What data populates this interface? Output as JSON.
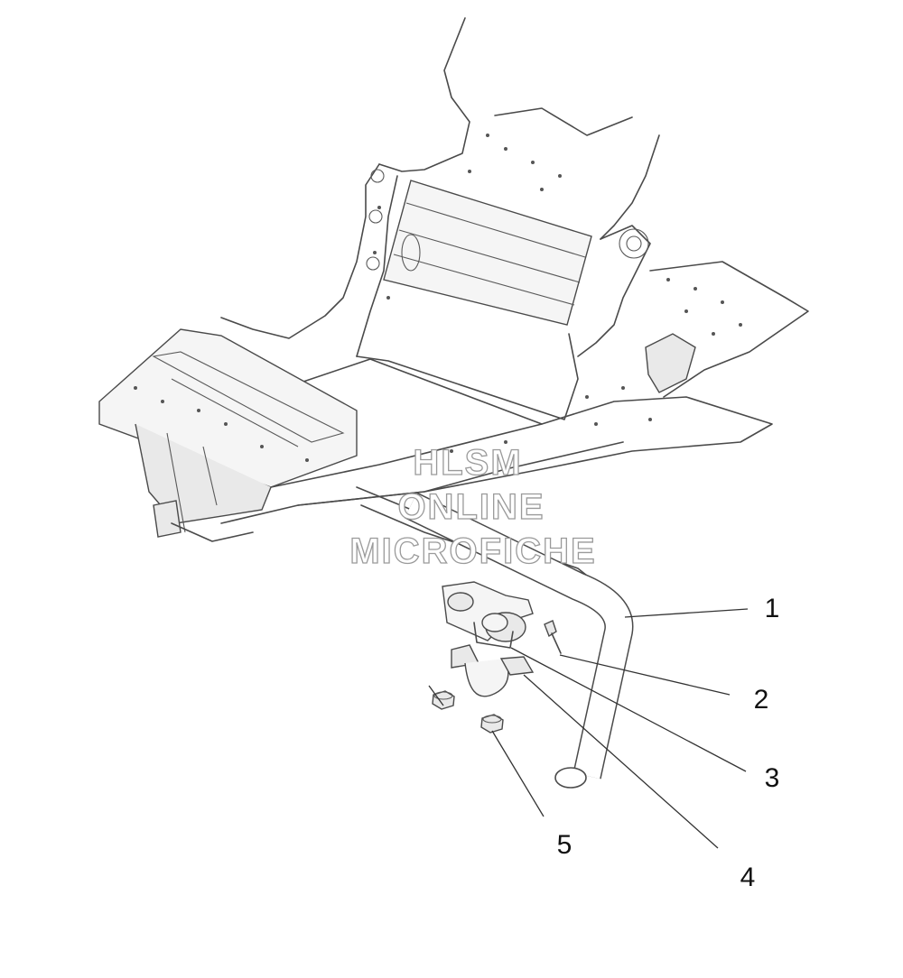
{
  "callouts": [
    "1",
    "2",
    "3",
    "4",
    "5"
  ],
  "watermark": {
    "line1": "HLSM",
    "line2": "ONLINE",
    "line3": "MICROFICHE"
  },
  "colors": {
    "line": "#4a4a4a",
    "background": "#ffffff",
    "watermark_outline": "#9a9a9a"
  }
}
